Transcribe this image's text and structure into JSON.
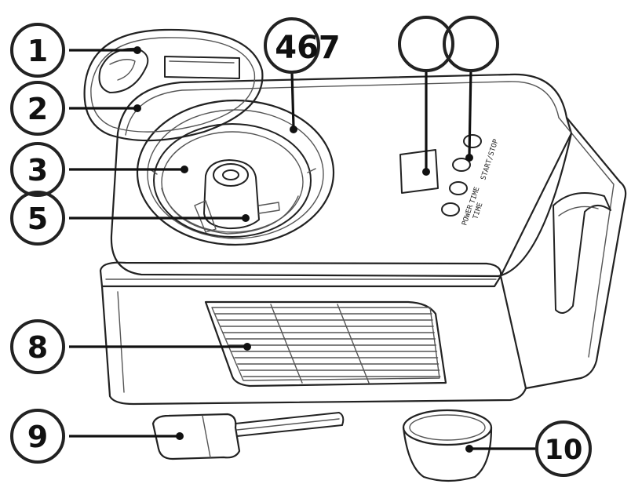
{
  "labels": {
    "l1": "1",
    "l2": "2",
    "l3": "3",
    "l467": "467",
    "l5": "5",
    "l8": "8",
    "l9": "9",
    "l10": "10"
  },
  "panel": {
    "power": "POWER",
    "timer": "TIME",
    "start_stop": "START/STOP",
    "time2": "TIME"
  }
}
